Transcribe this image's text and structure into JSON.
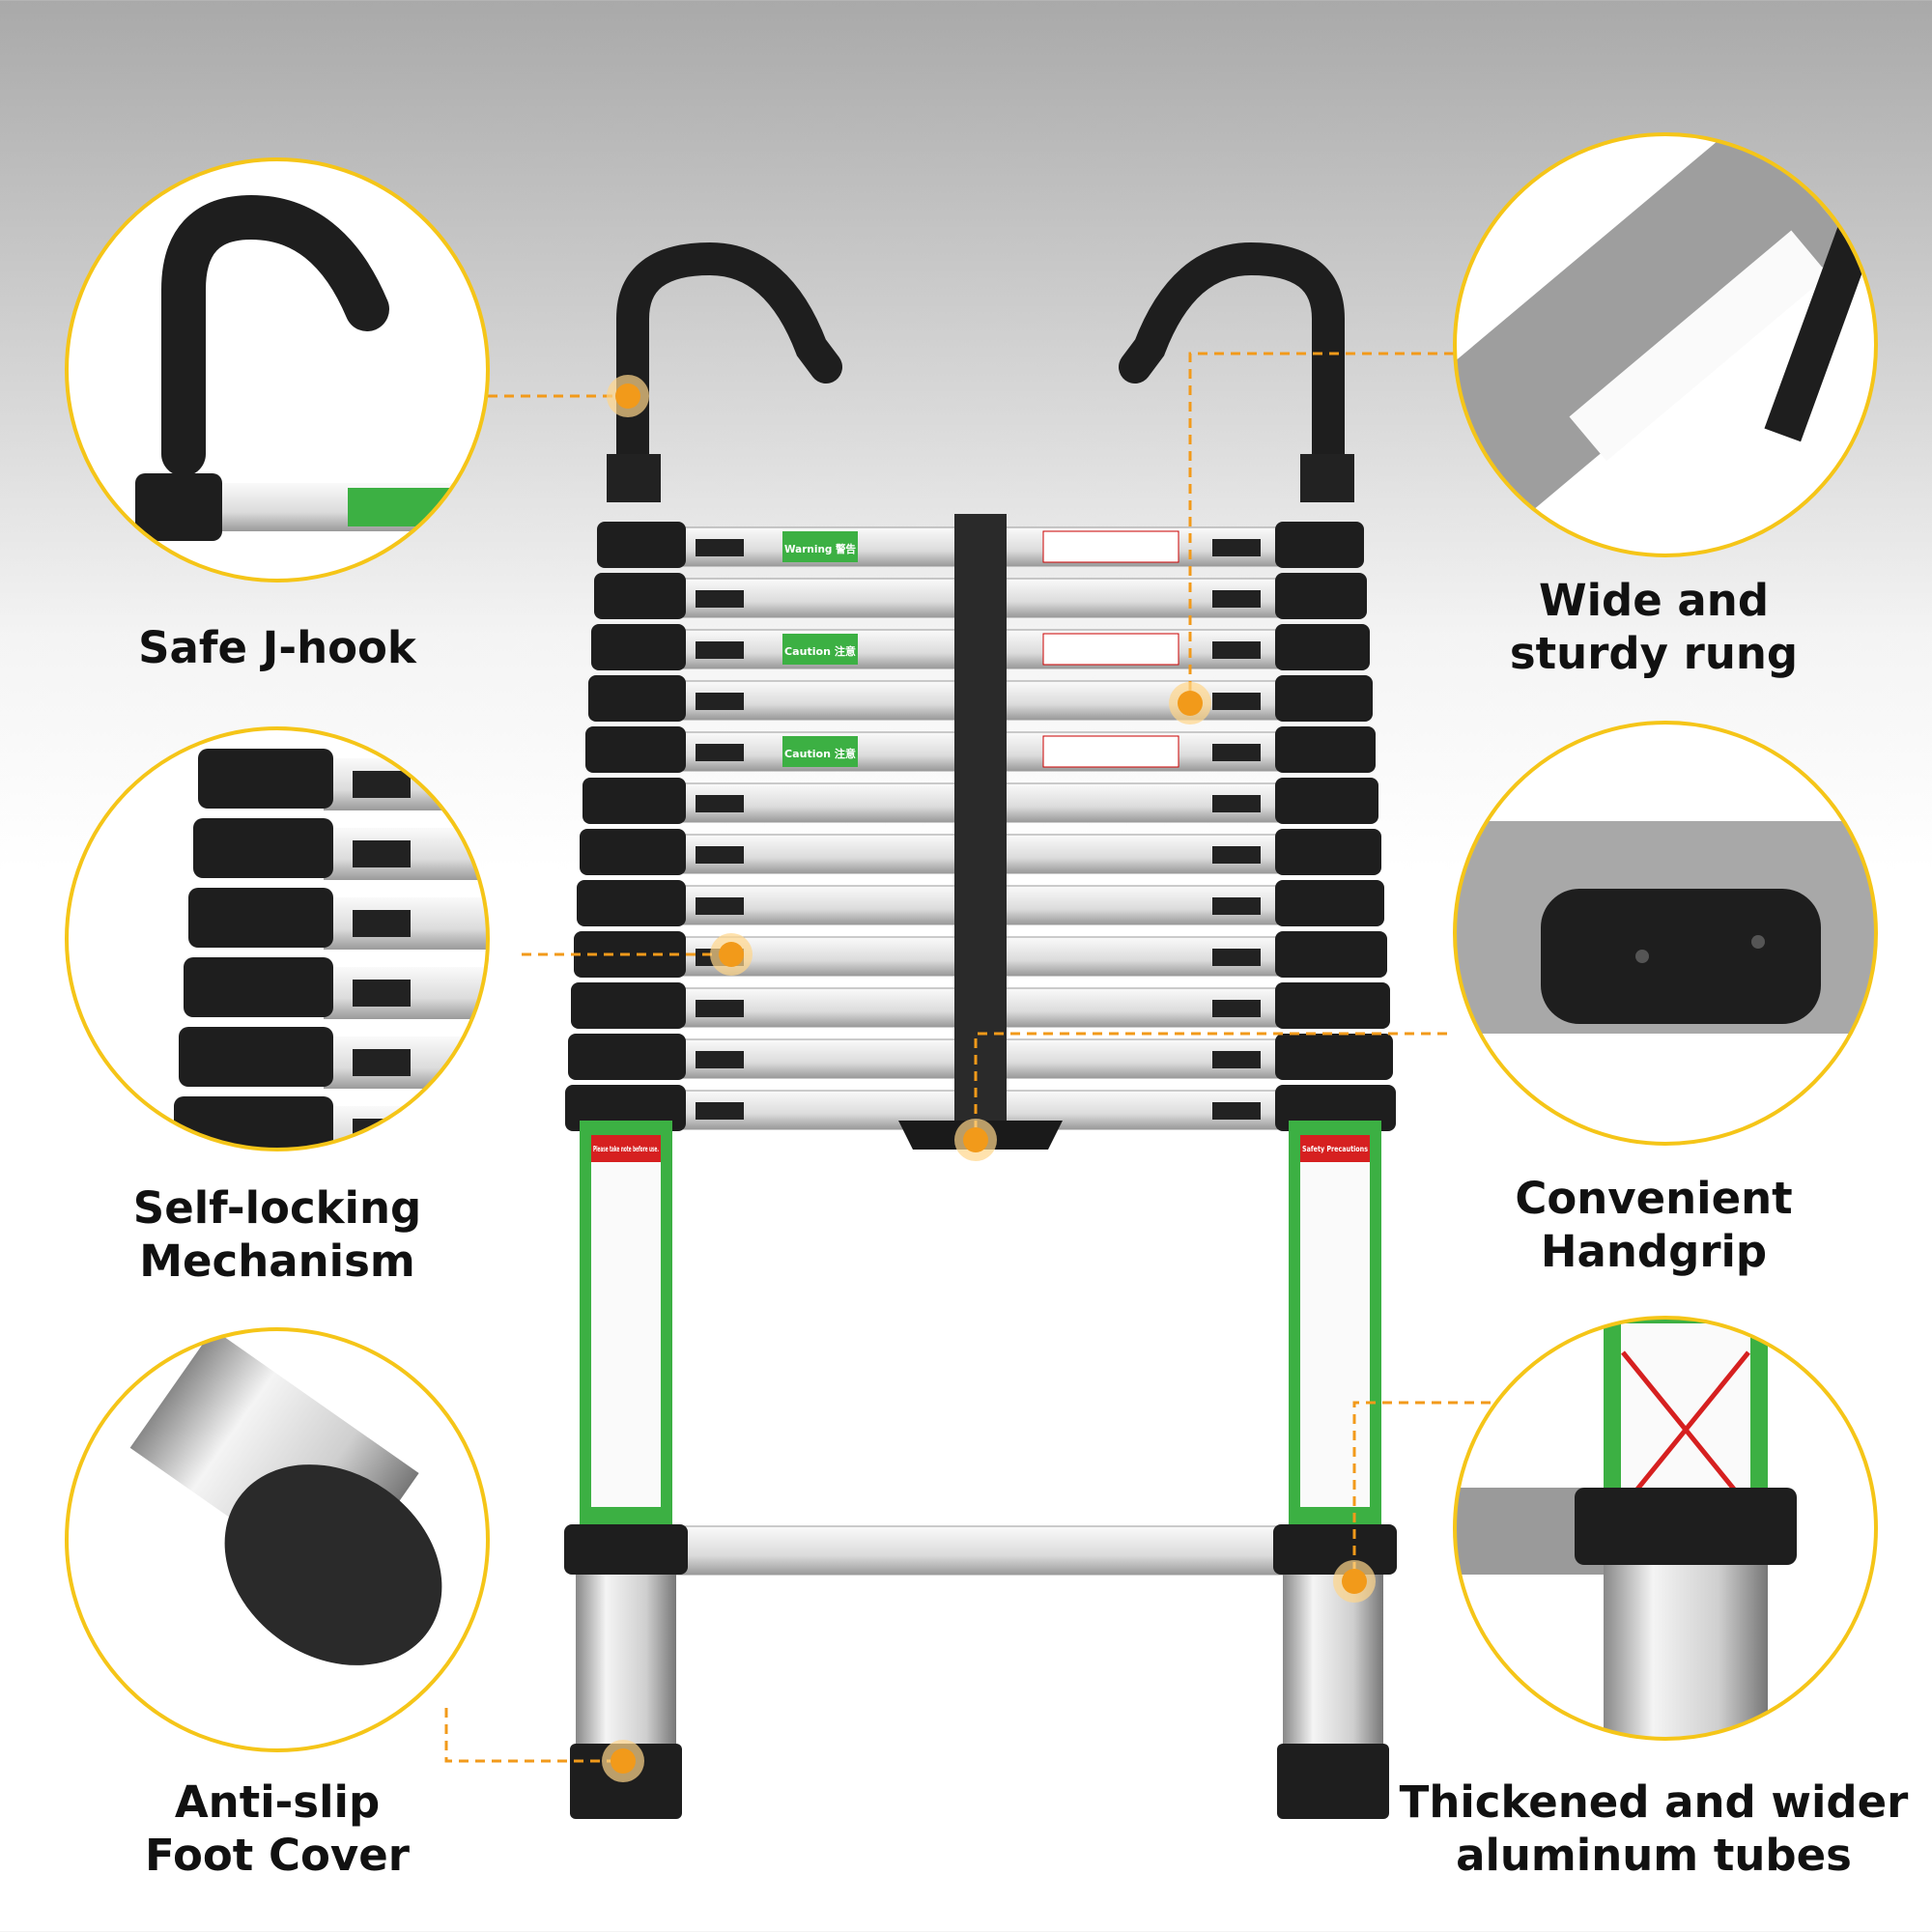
{
  "colors": {
    "accent": "#f5c518",
    "callout": "#f29a1a",
    "pole": "#1e1e1e",
    "rung": "#e6e6e6"
  },
  "features": {
    "left": [
      {
        "label": "Safe J-hook",
        "icon": "j-hook-closeup"
      },
      {
        "label": "Self-locking\nMechanism",
        "icon": "lock-closeup"
      },
      {
        "label": "Anti-slip\nFoot Cover",
        "icon": "foot-cover-closeup"
      }
    ],
    "right": [
      {
        "label": "Wide and\nsturdy rung",
        "icon": "rung-closeup"
      },
      {
        "label": "Convenient\nHandgrip",
        "icon": "handgrip-closeup"
      },
      {
        "label": "Thickened and wider\naluminum tubes",
        "icon": "tube-closeup"
      }
    ]
  },
  "ladder": {
    "rung_count": 12,
    "warning_labels": [
      "Warning 警告",
      "Caution 注意",
      "Caution 注意"
    ],
    "pole_labels": [
      "Please take note before use.",
      "Safety Precautions"
    ]
  }
}
